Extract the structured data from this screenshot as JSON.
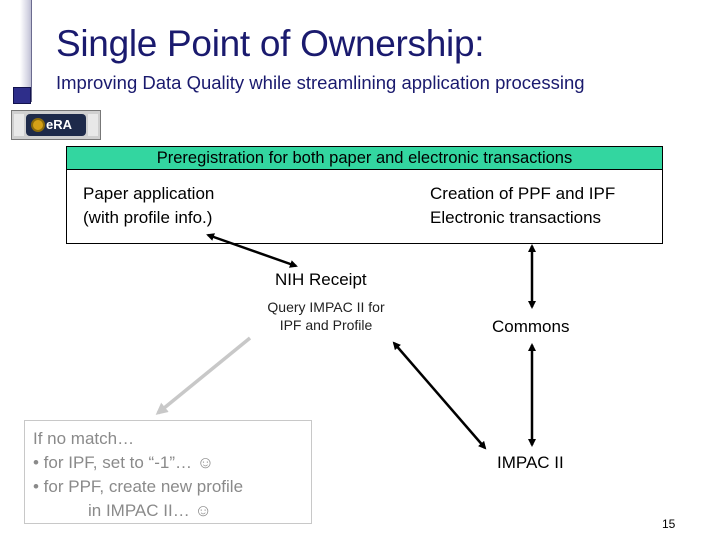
{
  "slide": {
    "title": "Single Point of Ownership:",
    "subtitle": "Improving Data Quality while streamlining application processing",
    "logo_text": "eRA",
    "page_number": "15"
  },
  "diagram": {
    "prereg_banner": "Preregistration for both paper and electronic transactions",
    "paper_application": [
      "Paper application",
      "(with profile info.)"
    ],
    "electronic": [
      "Creation of PPF and IPF",
      "Electronic transactions"
    ],
    "nih_receipt": "NIH Receipt",
    "query": [
      "Query IMPAC II for",
      "IPF and Profile"
    ],
    "commons": "Commons",
    "impac": "IMPAC II",
    "no_match": {
      "heading": "If no match…",
      "ipf_line": "• for IPF, set to “-1”… ",
      "ppf_line": "• for PPF, create new profile",
      "ppf_line2": "in IMPAC II… "
    }
  },
  "colors": {
    "title": "#1a1a6e",
    "banner": "#33d6a0",
    "muted_text": "#8a8a8a"
  },
  "icons": {
    "smiley": "☺"
  }
}
